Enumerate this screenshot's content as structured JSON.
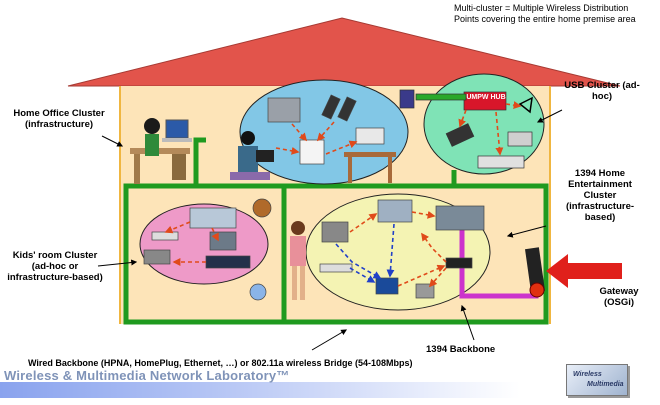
{
  "labels": {
    "multi_cluster": "Multi-cluster = Multiple Wireless Distribution Points covering the entire home premise area",
    "usb_cluster": "USB Cluster (ad-hoc)",
    "home_office": "Home Office Cluster (infrastructure)",
    "entertainment": "1394 Home Entertainment Cluster (infrastructure-based)",
    "kids_room": "Kids' room Cluster (ad-hoc or infrastructure-based)",
    "gateway": "Gateway (OSGi)",
    "backbone_1394": "1394 Backbone",
    "wired_backbone": "Wired Backbone (HPNA, HomePlug, Ethernet, …) or 802.11a wireless Bridge (54-108Mbps)",
    "umpw_hub": "UMPW HUB"
  },
  "footer": {
    "lab_name": "Wireless & Multimedia Network Laboratory™",
    "logo_line1": "Wireless",
    "logo_line2": "Multimedia"
  },
  "colors": {
    "roof": "#e2544b",
    "wall": "#fde4b8",
    "frame": "#f0b640",
    "backbone_wire": "#1f9a1f",
    "backbone_1394": "#cc33cc",
    "office_cloud": "#82c7e6",
    "usb_cloud": "#7fe3b6",
    "kids_cloud": "#ee9ac8",
    "ent_cloud": "#f4f3b3",
    "gateway_arrow": "#e0201b",
    "link_red": "#e04a1a",
    "link_blue": "#2140c8"
  }
}
